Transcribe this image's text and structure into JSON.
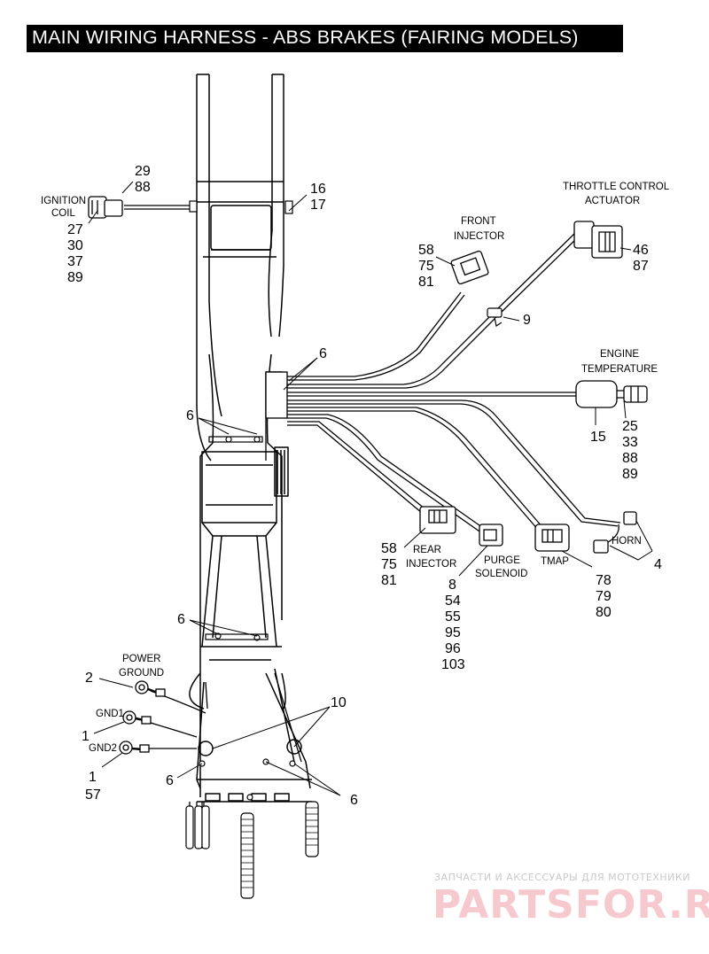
{
  "title": "MAIN WIRING HARNESS - ABS BRAKES (FAIRING MODELS)",
  "labels": {
    "ignition_coil": [
      "IGNITION",
      "COIL"
    ],
    "ignition_coil_nums_top": [
      "29",
      "88"
    ],
    "ignition_coil_nums_bottom": [
      "27",
      "30",
      "37",
      "89"
    ],
    "frame_nums": [
      "16",
      "17"
    ],
    "throttle_control_actuator": [
      "THROTTLE CONTROL",
      "ACTUATOR"
    ],
    "throttle_nums": [
      "46",
      "87"
    ],
    "front_injector": [
      "FRONT",
      "INJECTOR"
    ],
    "front_injector_nums": [
      "58",
      "75",
      "81"
    ],
    "clip_num": "9",
    "harness_clip_num": "6",
    "engine_temperature": [
      "ENGINE",
      "TEMPERATURE"
    ],
    "engine_temp_nums": [
      "25",
      "33",
      "88",
      "89"
    ],
    "engine_temp_sensor_num": "15",
    "rear_injector": [
      "REAR",
      "INJECTOR"
    ],
    "rear_injector_nums": [
      "58",
      "75",
      "81"
    ],
    "purge_solenoid": [
      "PURGE",
      "SOLENOID"
    ],
    "purge_solenoid_nums": [
      "8",
      "54",
      "55",
      "95",
      "96",
      "103"
    ],
    "tmap": "TMAP",
    "tmap_nums": [
      "78",
      "79",
      "80"
    ],
    "horn": "HORN",
    "horn_num": "4",
    "power_ground": [
      "POWER",
      "GROUND"
    ],
    "power_ground_num": "2",
    "gnd1": "GND1",
    "gnd1_num": "1",
    "gnd2": "GND2",
    "gnd2_nums": [
      "1",
      "57"
    ],
    "cable_strap_num": "10"
  },
  "watermark": {
    "tagline": "ЗАПЧАСТИ И АКСЕССУАРЫ ДЛЯ МОТОТЕХНИКИ",
    "brand": "PARTSFOR.RU"
  }
}
